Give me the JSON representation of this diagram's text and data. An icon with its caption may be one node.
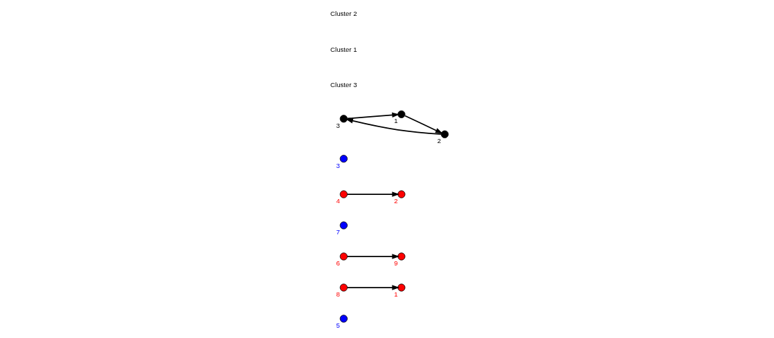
{
  "diagram": {
    "nodes": [
      {
        "text": [],
        "shape": "circle",
        "beside": [
          "5"
        ]
      },
      {
        "text": [],
        "shape": "circle",
        "beside": [
          "8"
        ]
      },
      {
        "text": [],
        "shape": "circle",
        "beside": [
          "9"
        ]
      },
      {
        "text": [],
        "shape": "circle",
        "beside": [
          "1"
        ]
      },
      {
        "text": [],
        "shape": "circle",
        "beside": [
          "7"
        ]
      },
      {
        "text": [],
        "shape": "circle",
        "beside": [
          "4"
        ]
      },
      {
        "text": [],
        "shape": "circle",
        "beside": [
          "6"
        ]
      },
      {
        "text": [],
        "shape": "circle",
        "beside": [
          "2"
        ]
      },
      {
        "text": [],
        "shape": "circle",
        "beside": [
          "3"
        ]
      },
      {
        "text": [],
        "shape": "circle",
        "beside": [
          "3"
        ]
      },
      {
        "text": [],
        "shape": "circle",
        "beside": [
          "2"
        ]
      },
      {
        "text": [],
        "shape": "circle",
        "beside": [
          "1"
        ]
      }
    ],
    "edges": [
      {
        "from": 1,
        "to": 3,
        "arrow": "to"
      },
      {
        "from": 5,
        "to": 7,
        "arrow": "to"
      },
      {
        "from": 6,
        "to": 2,
        "arrow": "to"
      },
      {
        "from": 11,
        "to": 10,
        "arrow": "to"
      },
      {
        "from": 10,
        "to": 9,
        "arrow": "to"
      },
      {
        "from": 9,
        "to": 11,
        "arrow": "to"
      }
    ],
    "labels": [
      "Cluster 3",
      "Cluster 1",
      "Cluster 2"
    ]
  }
}
